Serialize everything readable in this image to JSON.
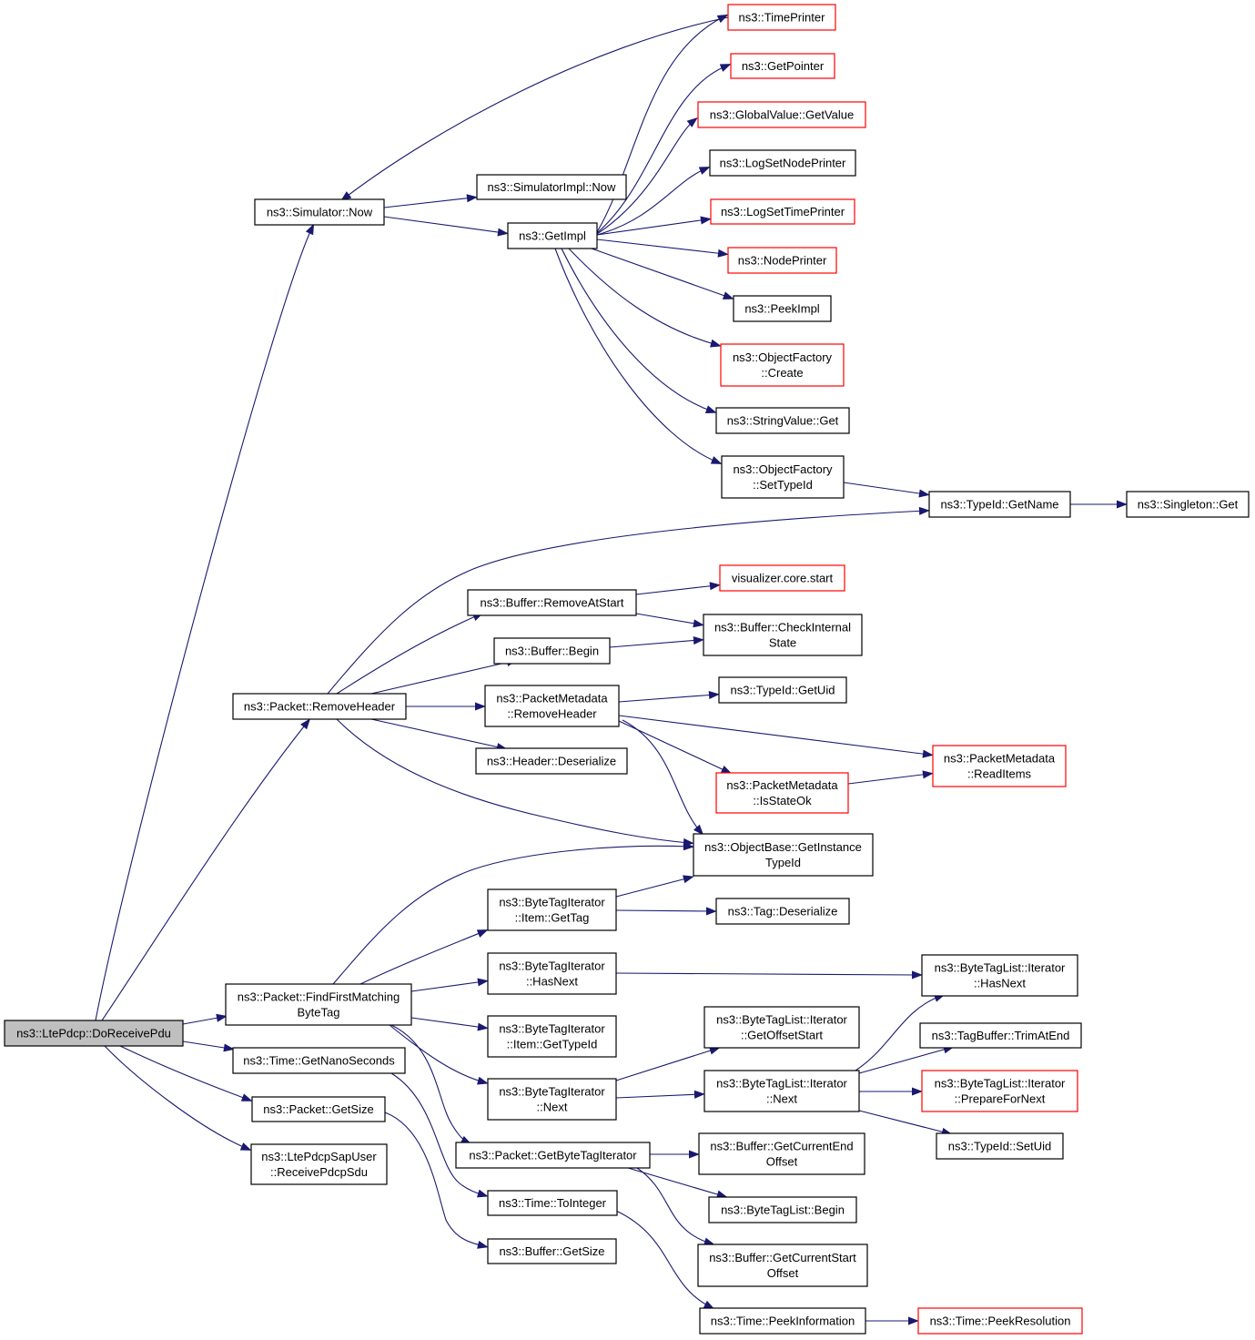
{
  "diagram": {
    "colors": {
      "edge": "#191970",
      "root_fill": "#bfbfbf",
      "node_fill": "#ffffff",
      "border_normal": "#000000",
      "border_truncated": "#ff0000"
    },
    "nodes": [
      {
        "id": "root",
        "lines": [
          "ns3::LtePdcp::DoReceivePdu"
        ],
        "root": true
      },
      {
        "id": "sim_now",
        "lines": [
          "ns3::Simulator::Now"
        ]
      },
      {
        "id": "simimpl_now",
        "lines": [
          "ns3::SimulatorImpl::Now"
        ]
      },
      {
        "id": "getimpl",
        "lines": [
          "ns3::GetImpl"
        ]
      },
      {
        "id": "timeprinter",
        "lines": [
          "ns3::TimePrinter"
        ],
        "truncated": true
      },
      {
        "id": "getpointer",
        "lines": [
          "ns3::GetPointer"
        ],
        "truncated": true
      },
      {
        "id": "globalvalue",
        "lines": [
          "ns3::GlobalValue::GetValue"
        ],
        "truncated": true
      },
      {
        "id": "logsetnode",
        "lines": [
          "ns3::LogSetNodePrinter"
        ]
      },
      {
        "id": "logsettime",
        "lines": [
          "ns3::LogSetTimePrinter"
        ],
        "truncated": true
      },
      {
        "id": "nodeprinter",
        "lines": [
          "ns3::NodePrinter"
        ],
        "truncated": true
      },
      {
        "id": "peekimpl",
        "lines": [
          "ns3::PeekImpl"
        ]
      },
      {
        "id": "objfac_create",
        "lines": [
          "ns3::ObjectFactory",
          "::Create"
        ],
        "truncated": true
      },
      {
        "id": "stringvalue",
        "lines": [
          "ns3::StringValue::Get"
        ]
      },
      {
        "id": "objfac_settype",
        "lines": [
          "ns3::ObjectFactory",
          "::SetTypeId"
        ]
      },
      {
        "id": "typeid_getname",
        "lines": [
          "ns3::TypeId::GetName"
        ]
      },
      {
        "id": "singleton",
        "lines": [
          "ns3::Singleton::Get"
        ]
      },
      {
        "id": "pkt_removeheader",
        "lines": [
          "ns3::Packet::RemoveHeader"
        ]
      },
      {
        "id": "buf_removeatstart",
        "lines": [
          "ns3::Buffer::RemoveAtStart"
        ]
      },
      {
        "id": "viz_start",
        "lines": [
          "visualizer.core.start"
        ],
        "truncated": true
      },
      {
        "id": "buf_checkinternal",
        "lines": [
          "ns3::Buffer::CheckInternal",
          "State"
        ]
      },
      {
        "id": "buf_begin",
        "lines": [
          "ns3::Buffer::Begin"
        ]
      },
      {
        "id": "pm_removeheader",
        "lines": [
          "ns3::PacketMetadata",
          "::RemoveHeader"
        ]
      },
      {
        "id": "typeid_getuid",
        "lines": [
          "ns3::TypeId::GetUid"
        ]
      },
      {
        "id": "pm_readitems",
        "lines": [
          "ns3::PacketMetadata",
          "::ReadItems"
        ],
        "truncated": true
      },
      {
        "id": "header_deser",
        "lines": [
          "ns3::Header::Deserialize"
        ]
      },
      {
        "id": "pm_isstateok",
        "lines": [
          "ns3::PacketMetadata",
          "::IsStateOk"
        ],
        "truncated": true
      },
      {
        "id": "objbase_getinst",
        "lines": [
          "ns3::ObjectBase::GetInstance",
          "TypeId"
        ]
      },
      {
        "id": "bti_item_gettag",
        "lines": [
          "ns3::ByteTagIterator",
          "::Item::GetTag"
        ]
      },
      {
        "id": "tag_deser",
        "lines": [
          "ns3::Tag::Deserialize"
        ]
      },
      {
        "id": "pkt_findfirst",
        "lines": [
          "ns3::Packet::FindFirstMatching",
          "ByteTag"
        ]
      },
      {
        "id": "bti_hasnext",
        "lines": [
          "ns3::ByteTagIterator",
          "::HasNext"
        ]
      },
      {
        "id": "btli_hasnext",
        "lines": [
          "ns3::ByteTagList::Iterator",
          "::HasNext"
        ]
      },
      {
        "id": "bti_item_gettypeid",
        "lines": [
          "ns3::ByteTagIterator",
          "::Item::GetTypeId"
        ]
      },
      {
        "id": "btli_getoffset",
        "lines": [
          "ns3::ByteTagList::Iterator",
          "::GetOffsetStart"
        ]
      },
      {
        "id": "tagbuf_trim",
        "lines": [
          "ns3::TagBuffer::TrimAtEnd"
        ]
      },
      {
        "id": "time_getnano",
        "lines": [
          "ns3::Time::GetNanoSeconds"
        ]
      },
      {
        "id": "bti_next",
        "lines": [
          "ns3::ByteTagIterator",
          "::Next"
        ]
      },
      {
        "id": "btli_next",
        "lines": [
          "ns3::ByteTagList::Iterator",
          "::Next"
        ]
      },
      {
        "id": "btli_prepare",
        "lines": [
          "ns3::ByteTagList::Iterator",
          "::PrepareForNext"
        ],
        "truncated": true
      },
      {
        "id": "pkt_getsize",
        "lines": [
          "ns3::Packet::GetSize"
        ]
      },
      {
        "id": "typeid_setuid",
        "lines": [
          "ns3::TypeId::SetUid"
        ]
      },
      {
        "id": "sapuser",
        "lines": [
          "ns3::LtePdcpSapUser",
          "::ReceivePdcpSdu"
        ]
      },
      {
        "id": "pkt_getbti",
        "lines": [
          "ns3::Packet::GetByteTagIterator"
        ]
      },
      {
        "id": "buf_getcurend",
        "lines": [
          "ns3::Buffer::GetCurrentEnd",
          "Offset"
        ]
      },
      {
        "id": "time_tointeger",
        "lines": [
          "ns3::Time::ToInteger"
        ]
      },
      {
        "id": "btl_begin",
        "lines": [
          "ns3::ByteTagList::Begin"
        ]
      },
      {
        "id": "buf_getsize",
        "lines": [
          "ns3::Buffer::GetSize"
        ]
      },
      {
        "id": "buf_getcurstart",
        "lines": [
          "ns3::Buffer::GetCurrentStart",
          "Offset"
        ]
      },
      {
        "id": "time_peekinfo",
        "lines": [
          "ns3::Time::PeekInformation"
        ]
      },
      {
        "id": "time_peekres",
        "lines": [
          "ns3::Time::PeekResolution"
        ],
        "truncated": true
      }
    ],
    "edges": [
      {
        "from": "root",
        "to": "sim_now"
      },
      {
        "from": "root",
        "to": "pkt_removeheader"
      },
      {
        "from": "root",
        "to": "pkt_findfirst"
      },
      {
        "from": "root",
        "to": "time_getnano"
      },
      {
        "from": "root",
        "to": "pkt_getsize"
      },
      {
        "from": "root",
        "to": "sapuser"
      },
      {
        "from": "sim_now",
        "to": "simimpl_now"
      },
      {
        "from": "sim_now",
        "to": "getimpl"
      },
      {
        "from": "timeprinter",
        "to": "sim_now"
      },
      {
        "from": "getimpl",
        "to": "timeprinter"
      },
      {
        "from": "getimpl",
        "to": "getpointer"
      },
      {
        "from": "getimpl",
        "to": "globalvalue"
      },
      {
        "from": "getimpl",
        "to": "logsetnode"
      },
      {
        "from": "getimpl",
        "to": "logsettime"
      },
      {
        "from": "getimpl",
        "to": "nodeprinter"
      },
      {
        "from": "getimpl",
        "to": "peekimpl"
      },
      {
        "from": "getimpl",
        "to": "objfac_create"
      },
      {
        "from": "getimpl",
        "to": "stringvalue"
      },
      {
        "from": "getimpl",
        "to": "objfac_settype"
      },
      {
        "from": "objfac_settype",
        "to": "typeid_getname"
      },
      {
        "from": "typeid_getname",
        "to": "singleton"
      },
      {
        "from": "pkt_removeheader",
        "to": "typeid_getname"
      },
      {
        "from": "pkt_removeheader",
        "to": "buf_removeatstart"
      },
      {
        "from": "pkt_removeheader",
        "to": "buf_begin"
      },
      {
        "from": "pkt_removeheader",
        "to": "pm_removeheader"
      },
      {
        "from": "pkt_removeheader",
        "to": "header_deser"
      },
      {
        "from": "pkt_removeheader",
        "to": "objbase_getinst"
      },
      {
        "from": "buf_removeatstart",
        "to": "viz_start"
      },
      {
        "from": "buf_removeatstart",
        "to": "buf_checkinternal"
      },
      {
        "from": "buf_begin",
        "to": "buf_checkinternal"
      },
      {
        "from": "pm_removeheader",
        "to": "typeid_getuid"
      },
      {
        "from": "pm_removeheader",
        "to": "pm_readitems"
      },
      {
        "from": "pm_removeheader",
        "to": "pm_isstateok"
      },
      {
        "from": "pm_removeheader",
        "to": "objbase_getinst"
      },
      {
        "from": "pm_isstateok",
        "to": "pm_readitems"
      },
      {
        "from": "pkt_findfirst",
        "to": "objbase_getinst"
      },
      {
        "from": "pkt_findfirst",
        "to": "bti_item_gettag"
      },
      {
        "from": "pkt_findfirst",
        "to": "bti_hasnext"
      },
      {
        "from": "pkt_findfirst",
        "to": "bti_item_gettypeid"
      },
      {
        "from": "pkt_findfirst",
        "to": "bti_next"
      },
      {
        "from": "pkt_findfirst",
        "to": "pkt_getbti"
      },
      {
        "from": "bti_item_gettag",
        "to": "objbase_getinst"
      },
      {
        "from": "bti_item_gettag",
        "to": "tag_deser"
      },
      {
        "from": "bti_hasnext",
        "to": "btli_hasnext"
      },
      {
        "from": "bti_next",
        "to": "btli_getoffset"
      },
      {
        "from": "bti_next",
        "to": "btli_next"
      },
      {
        "from": "btli_next",
        "to": "btli_hasnext"
      },
      {
        "from": "btli_next",
        "to": "tagbuf_trim"
      },
      {
        "from": "btli_next",
        "to": "btli_prepare"
      },
      {
        "from": "btli_next",
        "to": "typeid_setuid"
      },
      {
        "from": "time_getnano",
        "to": "time_tointeger"
      },
      {
        "from": "pkt_getsize",
        "to": "buf_getsize"
      },
      {
        "from": "pkt_getbti",
        "to": "buf_getcurend"
      },
      {
        "from": "pkt_getbti",
        "to": "btl_begin"
      },
      {
        "from": "pkt_getbti",
        "to": "buf_getcurstart"
      },
      {
        "from": "time_tointeger",
        "to": "time_peekinfo"
      },
      {
        "from": "time_peekinfo",
        "to": "time_peekres"
      }
    ]
  }
}
